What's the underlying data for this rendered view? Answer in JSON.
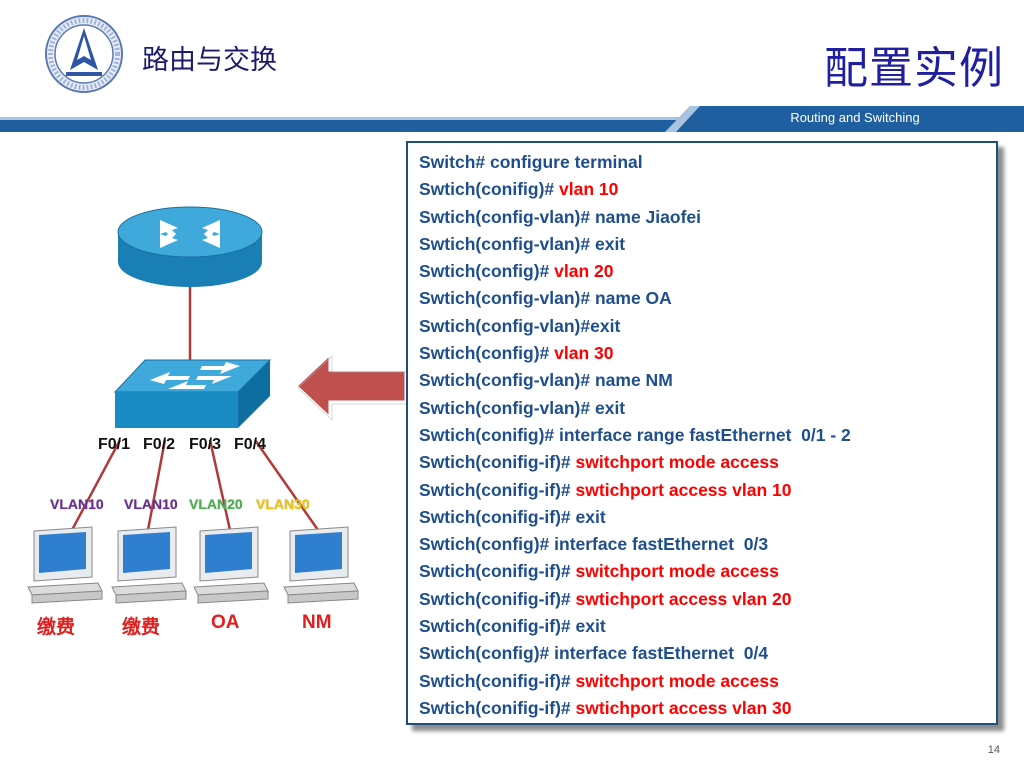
{
  "header": {
    "course_title": "路由与交换",
    "slide_title": "配置实例",
    "subtitle_band": "Routing and Switching"
  },
  "diagram": {
    "ports": [
      "F0/1",
      "F0/2",
      "F0/3",
      "F0/4"
    ],
    "vlans": [
      {
        "label": "VLAN10",
        "color": "#6a2c91"
      },
      {
        "label": "VLAN10",
        "color": "#6a2c91"
      },
      {
        "label": "VLAN20",
        "color": "#4caf50"
      },
      {
        "label": "VLAN30",
        "color": "#f5c400"
      }
    ],
    "pcs": [
      "缴费",
      "缴费",
      "OA",
      "NM"
    ],
    "icons": [
      "router-icon",
      "switch-icon",
      "pc-icon",
      "left-arrow-icon"
    ]
  },
  "config": {
    "lines": [
      {
        "prefix": "Switch# configure terminal",
        "cmd": ""
      },
      {
        "prefix": "Swtich(conifig)# ",
        "cmd": "vlan 10"
      },
      {
        "prefix": "Swtich(config-vlan)# name Jiaofei",
        "cmd": ""
      },
      {
        "prefix": "Swtich(config-vlan)# exit",
        "cmd": ""
      },
      {
        "prefix": "Swtich(config)# ",
        "cmd": "vlan 20"
      },
      {
        "prefix": "Swtich(config-vlan)# name OA",
        "cmd": ""
      },
      {
        "prefix": "Swtich(config-vlan)#exit",
        "cmd": ""
      },
      {
        "prefix": "Swtich(config)# ",
        "cmd": "vlan 30"
      },
      {
        "prefix": "Swtich(config-vlan)# name NM",
        "cmd": ""
      },
      {
        "prefix": "Swtich(config-vlan)# exit",
        "cmd": ""
      },
      {
        "prefix": "Swtich(conifig)# interface range fastEthernet  0/1 - 2",
        "cmd": ""
      },
      {
        "prefix": "Swtich(conifig-if)# ",
        "cmd": "switchport mode access"
      },
      {
        "prefix": "Swtich(conifig-if)# ",
        "cmd": "swtichport access vlan 10"
      },
      {
        "prefix": "Swtich(conifig-if)# exit",
        "cmd": ""
      },
      {
        "prefix": "Swtich(config)# interface fastEthernet  0/3",
        "cmd": ""
      },
      {
        "prefix": "Swtich(conifig-if)# ",
        "cmd": "switchport mode access"
      },
      {
        "prefix": "Swtich(conifig-if)# ",
        "cmd": "swtichport access vlan 20"
      },
      {
        "prefix": "Swtich(conifig-if)# exit",
        "cmd": ""
      },
      {
        "prefix": "Swtich(config)# interface fastEthernet  0/4",
        "cmd": ""
      },
      {
        "prefix": "Swtich(conifig-if)# ",
        "cmd": "switchport mode access"
      },
      {
        "prefix": "Swtich(conifig-if)# ",
        "cmd": "swtichport access vlan 30"
      }
    ]
  },
  "page_number": "14",
  "colors": {
    "band_dark": "#1f5fa0",
    "band_light": "#a9c4e0",
    "config_text": "#1f4e8c",
    "highlight": "#ff0000",
    "arrow": "#c0504d"
  }
}
